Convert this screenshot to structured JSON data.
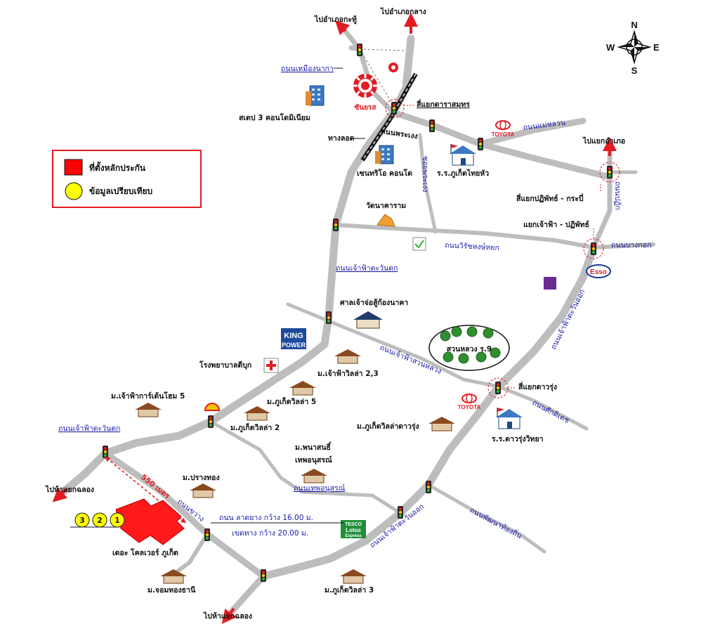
{
  "compass": {
    "north": "N",
    "south": "S",
    "east": "E",
    "west": "W"
  },
  "legend": {
    "subject_label": "ที่ตั้งหลักประกัน",
    "comparable_label": "ข้อมูลเปรียบเทียบ",
    "subject_color": "#ff0000",
    "comparable_color": "#ffff00"
  },
  "directions": {
    "to_kathu": "ไปอำเภอกะทู้",
    "to_amphoe_klang": "ไปอำเภอกลาง",
    "to_amphoe_yaek": "ไปแยกอำเภอ",
    "to_chalong_1": "ไปห้าแยกฉลอง",
    "to_chalong_2": "ไปห้าแยกฉลอง"
  },
  "roads": {
    "mueang_nakha": "ถนนเหมืองนากา",
    "phra_ngoen": "ถนนพระเงง",
    "mae_luan": "ถนนแม่หลวน",
    "phra_ngoen_v": "ซอยพระเงง",
    "wirat_hong_yok": "ถนนวิรัชหงษ์หยก",
    "chao_fa_west_1": "ถนนเจ้าฟ้าตะวันตก",
    "chao_fa_suan_luang": "ถนนเจ้าฟ้าสวนหลวง",
    "chao_fa_east_1": "ถนนเจ้าฟ้าตะวันออก",
    "pa_tak": "ถนนปฏัก",
    "bang_kok": "ถนนบางกอก",
    "sak_dedet": "ถนนศักดิเดช",
    "chao_fa_west_2": "ถนนเจ้าฟ้าตะวันตก",
    "thep_anusorn": "ถนนเทพอนุสรณ์",
    "chao_fa_east_2": "ถนนเจ้าฟ้าตะวันออก",
    "phatthana": "ถนนพัฒนาท้องถิ่น",
    "sai_dao": "ถนนขวาง",
    "road_width": "ถนน ลาดยาง กว้าง 16.00 ม.",
    "row_width": "เขตทาง กว้าง 20.00 ม."
  },
  "places": {
    "condo_step3": "สเตป 3 คอนโดมิเนียม",
    "rail": "ทางลอด",
    "junction_rasamut": "สี่แยกดาราสมุทร",
    "centrio": "เซนทริโอ คอนโด",
    "school_phuket_thai": "ร.ร.ภูเก็ตไทยหัว",
    "wat_nakharam": "วัดนาคาราม",
    "junction_patak": "สี่แยกปฏิพัทธ์ - กระบี่",
    "junction_chaofa_patak": "แยกเจ้าฟ้า - ปฏิพัทธ์",
    "shrine": "ศาลเจ้าจ่อสู้ก้องนาคา",
    "park": "สวนหลวง ร.9",
    "hospital": "โรงพยาบาลดีบุก",
    "villa_23": "ม.เจ้าฟ้าวิลล่า 2,3",
    "garden_home": "ม.เจ้าฟ้าการ์เด้นโฮม 5",
    "villa5": "ม.ภูเก็ตวิลล่า 5",
    "villa2": "ม.ภูเก็ตวิลล่า 2",
    "junction_daorung": "สี่แยกดาวรุ่ง",
    "villa_daorung": "ม.ภูเก็ตวิลล่าดาวรุ่ง",
    "school_daorung": "ร.ร.ดาวรุ่งวิทยา",
    "phanason_1": "ม.พนาสนธิ์",
    "phanason_2": "เทพอนุสรณ์",
    "prang_thong": "ม.ปรางทอง",
    "subject": "เดอะ โคลเวอร์ ภูเก็ต",
    "distance": "550 เมตร",
    "jomthong": "ม.จอมทองธานี",
    "villa3": "ม.ภูเก็ตวิลล่า 3"
  },
  "comparables": [
    "3",
    "2",
    "1"
  ],
  "brands": {
    "toyota_1": "TOYOTA",
    "toyota_2": "TOYOTA",
    "esso": "Esso",
    "king_1": "KING",
    "king_2": "POWER",
    "tesco_1": "TESCO",
    "tesco_2": "Lotus",
    "tesco_3": "Express",
    "sun_brand": "ซันยรส"
  },
  "colors": {
    "road": "#bdbdbd",
    "railway": "#111111",
    "road_label": "#1a1aa8",
    "subject_fill": "#ff1a1a",
    "legend_border": "#e31b23"
  }
}
